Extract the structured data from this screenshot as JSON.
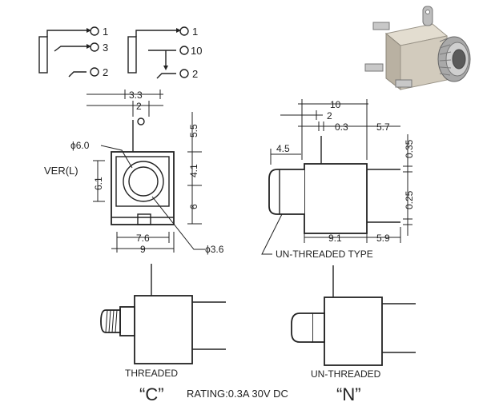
{
  "schematics": {
    "left": {
      "pins": [
        "1",
        "3",
        "2"
      ]
    },
    "right": {
      "pins": [
        "1",
        "10",
        "2"
      ]
    }
  },
  "front_view": {
    "dims": {
      "top_pitch": "3.3",
      "top_tab": "2",
      "tab_height": "5.5",
      "dia_outer": "ϕ6.0",
      "ver_label": "VER(L)",
      "left_height": "6.1",
      "inner_height_a": "4.1",
      "inner_height_b": "6",
      "bottom_a": "7.6",
      "bottom_b": "9",
      "dia_inner": "ϕ3.6"
    }
  },
  "side_view": {
    "dims": {
      "top_total": "10",
      "top_small": "2",
      "gap": "0.3",
      "right_pin": "5.7",
      "neck": "4.5",
      "pin_thick_a": "0.35",
      "pin_thick_b": "0.25",
      "body_len": "9.1",
      "pin_len": "5.9"
    },
    "caption": "UN-THREADED TYPE"
  },
  "variants": {
    "threaded_label": "THREADED",
    "unthreaded_label": "UN-THREADED",
    "code_c": "“C”",
    "code_n": "“N”"
  },
  "rating": "RATING:0.3A 30V DC",
  "colors": {
    "line": "#222222",
    "photo_body": "#c9c2b4",
    "photo_metal": "#b8b8b8"
  }
}
